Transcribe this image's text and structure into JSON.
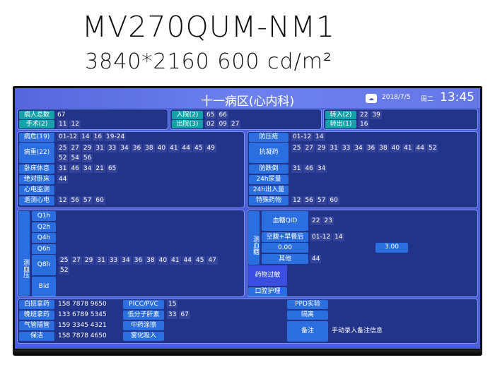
{
  "product": {
    "model": "MV270QUM-NM1",
    "spec": "3840*2160 600 cd/m²"
  },
  "header": {
    "title": "十一病区(心内科)",
    "weather_icon": "weather-icon",
    "date": "2018/7/5",
    "weekday": "周二",
    "time": "13:45"
  },
  "summary": {
    "total_label": "病人总数",
    "total_value": "67",
    "surgery_label": "手术(2)",
    "surgery_values": [
      "11",
      "12"
    ],
    "admit_label": "入院(2)",
    "admit_values": [
      "65",
      "66"
    ],
    "discharge_label": "出院(3)",
    "discharge_values": [
      "02",
      "09",
      "27"
    ],
    "transfer_in_label": "转入(2)",
    "transfer_in_values": [
      "22",
      "39"
    ],
    "transfer_out_label": "转出(1)",
    "transfer_out_values": [
      "16"
    ]
  },
  "condition": {
    "rows": [
      {
        "label": "病危(19)",
        "values": [
          "01-12",
          "14",
          "16",
          "19-24"
        ]
      },
      {
        "label": "病重(22)",
        "values": [
          "25",
          "27",
          "29",
          "31",
          "33",
          "34",
          "36",
          "38",
          "40",
          "41",
          "44",
          "45",
          "49",
          "52",
          "54",
          "56"
        ]
      },
      {
        "label": "卧床休息",
        "values": [
          "31",
          "46",
          "34",
          "21",
          "65"
        ]
      },
      {
        "label": "绝对卧床",
        "values": [
          "44"
        ]
      },
      {
        "label": "心电监测",
        "values": []
      },
      {
        "label": "遥测心电",
        "values": [
          "12",
          "56",
          "57",
          "60"
        ]
      }
    ]
  },
  "care": {
    "rows": [
      {
        "label": "防压疮",
        "values": [
          "01-12",
          "14"
        ]
      },
      {
        "label": "抗凝药",
        "values": [
          "25",
          "27",
          "29",
          "31",
          "33",
          "34",
          "36",
          "38",
          "40",
          "41",
          "44",
          "52"
        ]
      },
      {
        "label": "防跌倒",
        "values": [
          "31",
          "46",
          "34"
        ]
      },
      {
        "label": "24h尿量",
        "values": []
      },
      {
        "label": "24h出入量",
        "values": []
      },
      {
        "label": "特殊药物",
        "values": [
          "12",
          "56",
          "57",
          "60"
        ]
      }
    ]
  },
  "blood_pressure": {
    "group_label": "测血压",
    "rows": [
      {
        "label": "Q1h",
        "values": []
      },
      {
        "label": "Q2h",
        "values": []
      },
      {
        "label": "Q4h",
        "values": []
      },
      {
        "label": "Q6h",
        "values": []
      },
      {
        "label": "Q8h",
        "values": [
          "25",
          "27",
          "29",
          "31",
          "33",
          "34",
          "36",
          "38",
          "40",
          "41",
          "44",
          "45",
          "47",
          "52"
        ]
      },
      {
        "label": "Bid",
        "values": []
      }
    ]
  },
  "blood_sugar": {
    "group_label": "测血糖",
    "rows": [
      {
        "label": "血糖QID",
        "values": [
          "22",
          "23"
        ]
      },
      {
        "label": "空腹+早餐后",
        "values": [
          "01-12",
          "14"
        ]
      },
      {
        "label": "0.00",
        "values": [],
        "extra": "3.00"
      },
      {
        "label": "其他",
        "values": [
          "44"
        ]
      }
    ],
    "allergy_label": "药物过敏",
    "oral_care_label": "口腔护理"
  },
  "contacts": {
    "rows": [
      {
        "label": "白班拿药",
        "phone": "158 7878 9650",
        "item_label": "PICC/PVC",
        "item_values": [
          "15"
        ]
      },
      {
        "label": "晚班拿药",
        "phone": "133 6789 5345",
        "item_label": "低分子肝素",
        "item_values": [
          "33",
          "67"
        ]
      },
      {
        "label": "气管插管",
        "phone": "159 3345 4321",
        "item_label": "中药涂擦",
        "item_values": []
      },
      {
        "label": "保洁",
        "phone": "158 7878 4650",
        "item_label": "雾化吸入",
        "item_values": []
      }
    ]
  },
  "misc": {
    "ppd_label": "PPD实验",
    "isolation_label": "隔离",
    "note_label": "备注",
    "note_text": "手动录入备注信息"
  },
  "colors": {
    "screen_bg": "#4a5fd8",
    "panel_bg": "#22338a",
    "label_blue": "#2a6ee0",
    "label_teal": "#16a0a8"
  }
}
